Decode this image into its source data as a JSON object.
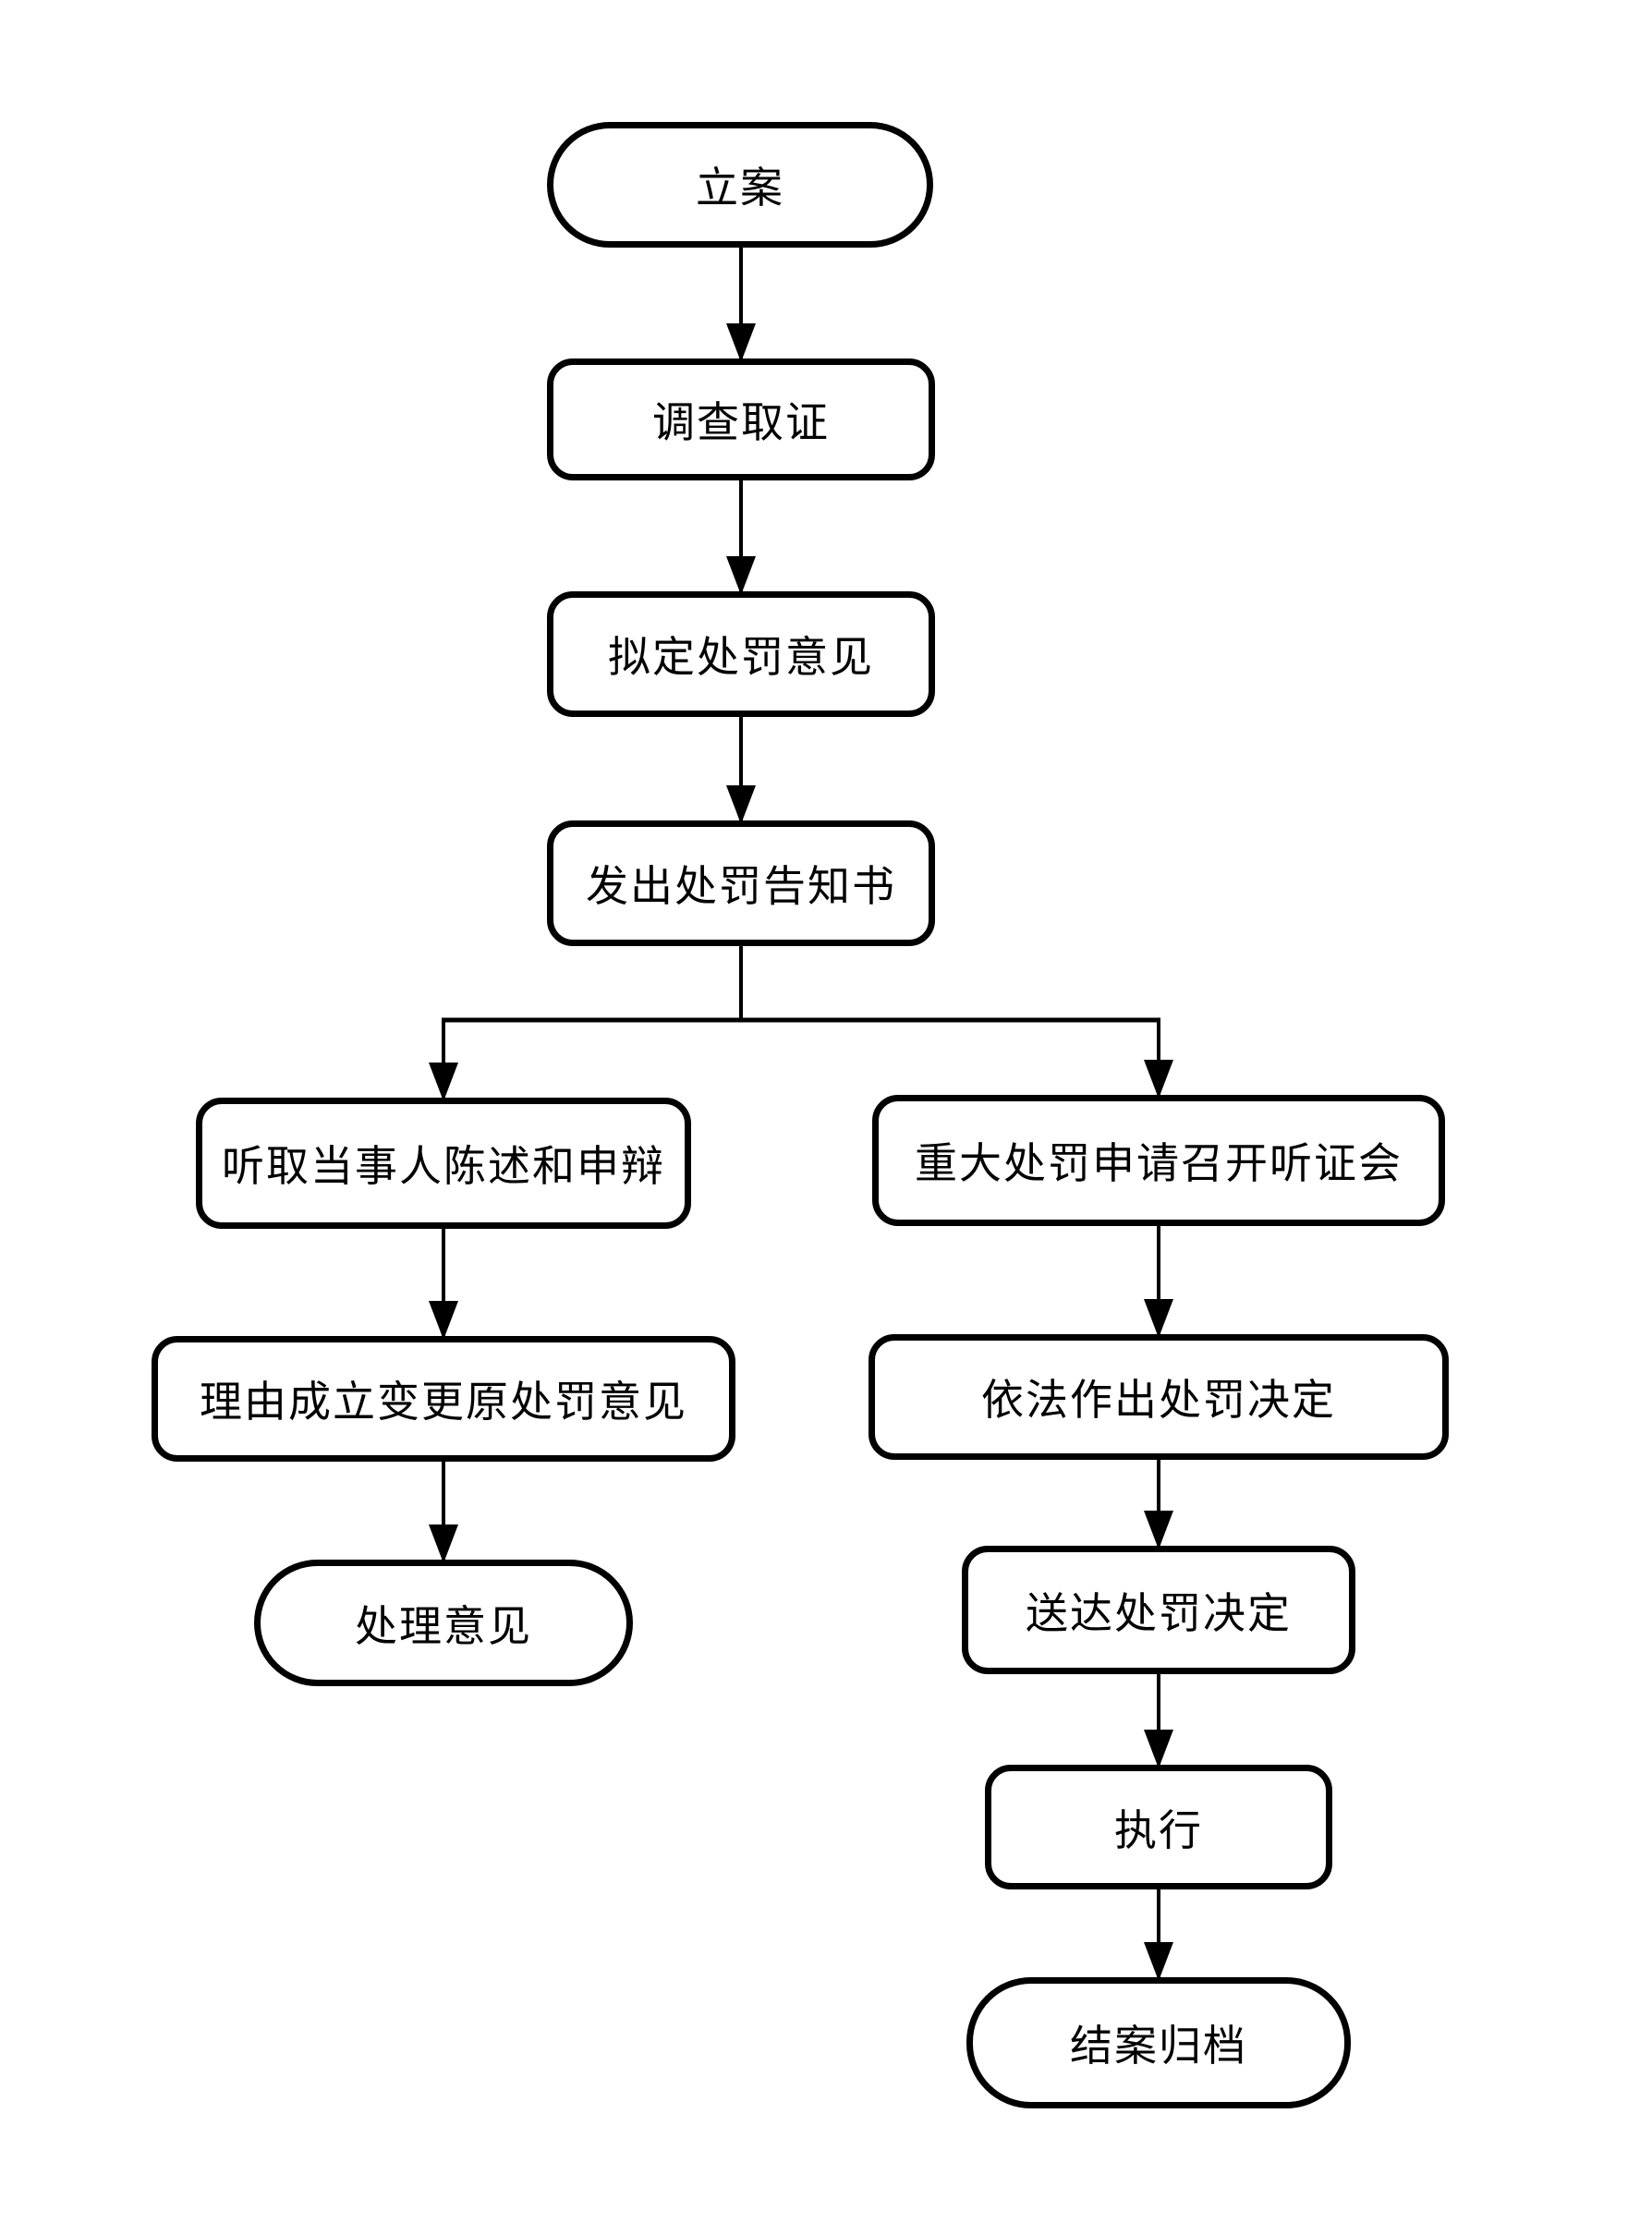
{
  "diagram": {
    "type": "flowchart",
    "background_color": "#ffffff",
    "stroke_color": "#000000",
    "text_color": "#000000",
    "nodes": [
      {
        "id": "case-filing",
        "label": "立案",
        "shape": "stadium"
      },
      {
        "id": "investigation-evidence",
        "label": "调查取证",
        "shape": "rounded-rect"
      },
      {
        "id": "draft-penalty-opinion",
        "label": "拟定处罚意见",
        "shape": "rounded-rect"
      },
      {
        "id": "issue-penalty-notice",
        "label": "发出处罚告知书",
        "shape": "rounded-rect"
      },
      {
        "id": "hear-statement-defense",
        "label": "听取当事人陈述和申辩",
        "shape": "rounded-rect"
      },
      {
        "id": "major-penalty-hearing-request",
        "label": "重大处罚申请召开听证会",
        "shape": "rounded-rect"
      },
      {
        "id": "change-original-opinion",
        "label": "理由成立变更原处罚意见",
        "shape": "rounded-rect"
      },
      {
        "id": "make-penalty-decision",
        "label": "依法作出处罚决定",
        "shape": "rounded-rect"
      },
      {
        "id": "handling-opinion",
        "label": "处理意见",
        "shape": "stadium"
      },
      {
        "id": "serve-penalty-decision",
        "label": "送达处罚决定",
        "shape": "rounded-rect"
      },
      {
        "id": "execution",
        "label": "执行",
        "shape": "rounded-rect"
      },
      {
        "id": "case-closing-archive",
        "label": "结案归档",
        "shape": "stadium"
      }
    ],
    "edges": [
      {
        "from": "case-filing",
        "to": "investigation-evidence"
      },
      {
        "from": "investigation-evidence",
        "to": "draft-penalty-opinion"
      },
      {
        "from": "draft-penalty-opinion",
        "to": "issue-penalty-notice"
      },
      {
        "from": "issue-penalty-notice",
        "to": "hear-statement-defense"
      },
      {
        "from": "issue-penalty-notice",
        "to": "major-penalty-hearing-request"
      },
      {
        "from": "hear-statement-defense",
        "to": "change-original-opinion"
      },
      {
        "from": "change-original-opinion",
        "to": "handling-opinion"
      },
      {
        "from": "major-penalty-hearing-request",
        "to": "make-penalty-decision"
      },
      {
        "from": "make-penalty-decision",
        "to": "serve-penalty-decision"
      },
      {
        "from": "serve-penalty-decision",
        "to": "execution"
      },
      {
        "from": "execution",
        "to": "case-closing-archive"
      }
    ]
  }
}
